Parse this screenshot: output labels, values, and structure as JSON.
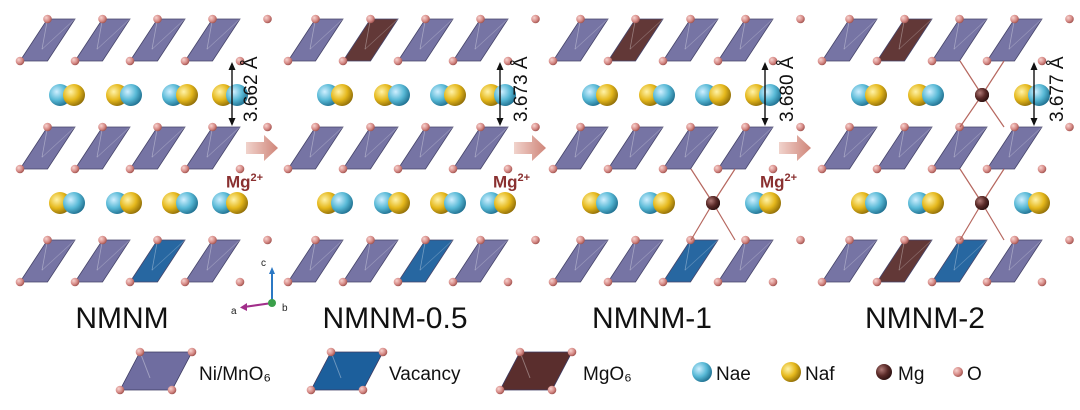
{
  "panels": [
    {
      "label": "NMNM",
      "distance": "3.662 Å",
      "top_mgo6": false,
      "bottom_mgo6": false,
      "mg_sites": []
    },
    {
      "label": "NMNM-0.5",
      "distance": "3.673 Å",
      "top_mgo6": true,
      "bottom_mgo6": false,
      "mg_sites": []
    },
    {
      "label": "NMNM-1",
      "distance": "3.680 Å",
      "top_mgo6": true,
      "bottom_mgo6": false,
      "mg_sites": [
        "lower"
      ]
    },
    {
      "label": "NMNM-2",
      "distance": "3.677 Å",
      "top_mgo6": true,
      "bottom_mgo6": true,
      "mg_sites": [
        "upper",
        "lower"
      ]
    }
  ],
  "arrow_label": {
    "base": "Mg",
    "sup": "2+"
  },
  "axes": {
    "a": "a",
    "b": "b",
    "c": "c"
  },
  "legend": [
    {
      "label": "Ni/MnO₆",
      "kind": "octahedron",
      "color": "#6f6da0"
    },
    {
      "label": "Vacancy",
      "kind": "octahedron",
      "color": "#1c5f9c"
    },
    {
      "label": "MgO₆",
      "kind": "octahedron",
      "color": "#5a2e2d"
    },
    {
      "label": "Nae",
      "kind": "sphere",
      "color": "#58b9d6"
    },
    {
      "label": "Naf",
      "kind": "sphere",
      "color": "#e5b81c"
    },
    {
      "label": "Mg",
      "kind": "sphere",
      "color": "#5a2a28"
    },
    {
      "label": "O",
      "kind": "sphere",
      "color": "#d68a86"
    }
  ],
  "colors": {
    "tm_octahedron": "#6f6da0",
    "vacancy": "#1c5f9c",
    "mgo6": "#5a2e2d",
    "nae": "#58b9d6",
    "naf": "#e5b81c",
    "mg": "#5a2a28",
    "oxygen": "#d68a86",
    "arrow": "#d79a90"
  }
}
